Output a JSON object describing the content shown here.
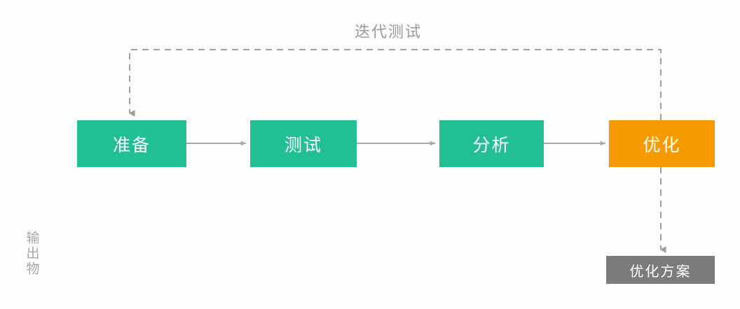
{
  "diagram": {
    "type": "process-flow",
    "title": "迭代测试",
    "background_color": "#fdfdfd",
    "loop_label": "迭代测试",
    "swimlane_label": "输出物",
    "colors": {
      "stage_green": "#21bf93",
      "stage_orange": "#f59b00",
      "deliverable_gray": "#7b7b7b",
      "connector_gray": "#a8a8a8",
      "dashed_gray": "#9e9e9e",
      "text_gray": "#9a9a9a"
    },
    "stages": [
      {
        "id": "prepare",
        "label": "准备",
        "color": "#21bf93"
      },
      {
        "id": "test",
        "label": "测试",
        "color": "#21bf93"
      },
      {
        "id": "analyze",
        "label": "分析",
        "color": "#21bf93"
      },
      {
        "id": "optimize",
        "label": "优化",
        "color": "#f59b00"
      }
    ],
    "deliverables": [
      {
        "id": "optimization-plan",
        "label": "优化方案",
        "from": "optimize",
        "color": "#7b7b7b"
      }
    ],
    "connectors": [
      {
        "from": "prepare",
        "to": "test",
        "style": "solid",
        "direction": "right"
      },
      {
        "from": "test",
        "to": "analyze",
        "style": "solid",
        "direction": "right"
      },
      {
        "from": "analyze",
        "to": "optimize",
        "style": "solid",
        "direction": "right"
      },
      {
        "from": "optimize",
        "to": "prepare",
        "style": "dashed",
        "direction": "loop-back",
        "label": "迭代测试"
      },
      {
        "from": "optimize",
        "to": "optimization-plan",
        "style": "dashed",
        "direction": "down"
      }
    ]
  }
}
